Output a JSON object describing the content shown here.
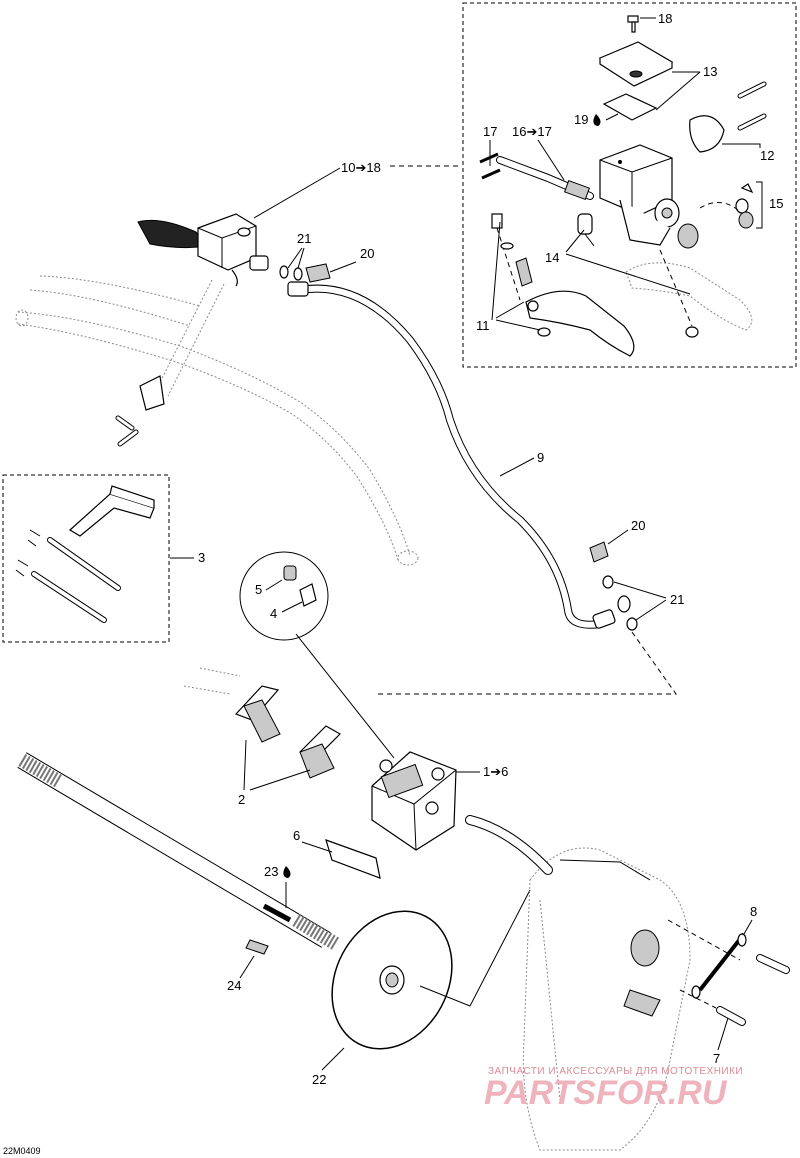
{
  "diagram": {
    "drawing_code": "22M0409",
    "callouts": {
      "c1": "1➔6",
      "c2": "2",
      "c3": "3",
      "c4": "4",
      "c5": "5",
      "c6": "6",
      "c7": "7",
      "c8": "8",
      "c9": "9",
      "c10": "10➔18",
      "c11": "11",
      "c12": "12",
      "c13": "13",
      "c14": "14",
      "c15": "15",
      "c16": "16➔17",
      "c17": "17",
      "c18": "18",
      "c19": "19",
      "c20a": "20",
      "c20b": "20",
      "c21a": "21",
      "c21b": "21",
      "c22": "22",
      "c23": "23",
      "c24": "24"
    },
    "drop_icon": "oil-drop-icon"
  },
  "watermark": {
    "tagline": "ЗАПЧАСТИ И АКСЕССУАРЫ ДЛЯ МОТОТЕХНИКИ",
    "brand": "PARTSFOR.RU"
  }
}
